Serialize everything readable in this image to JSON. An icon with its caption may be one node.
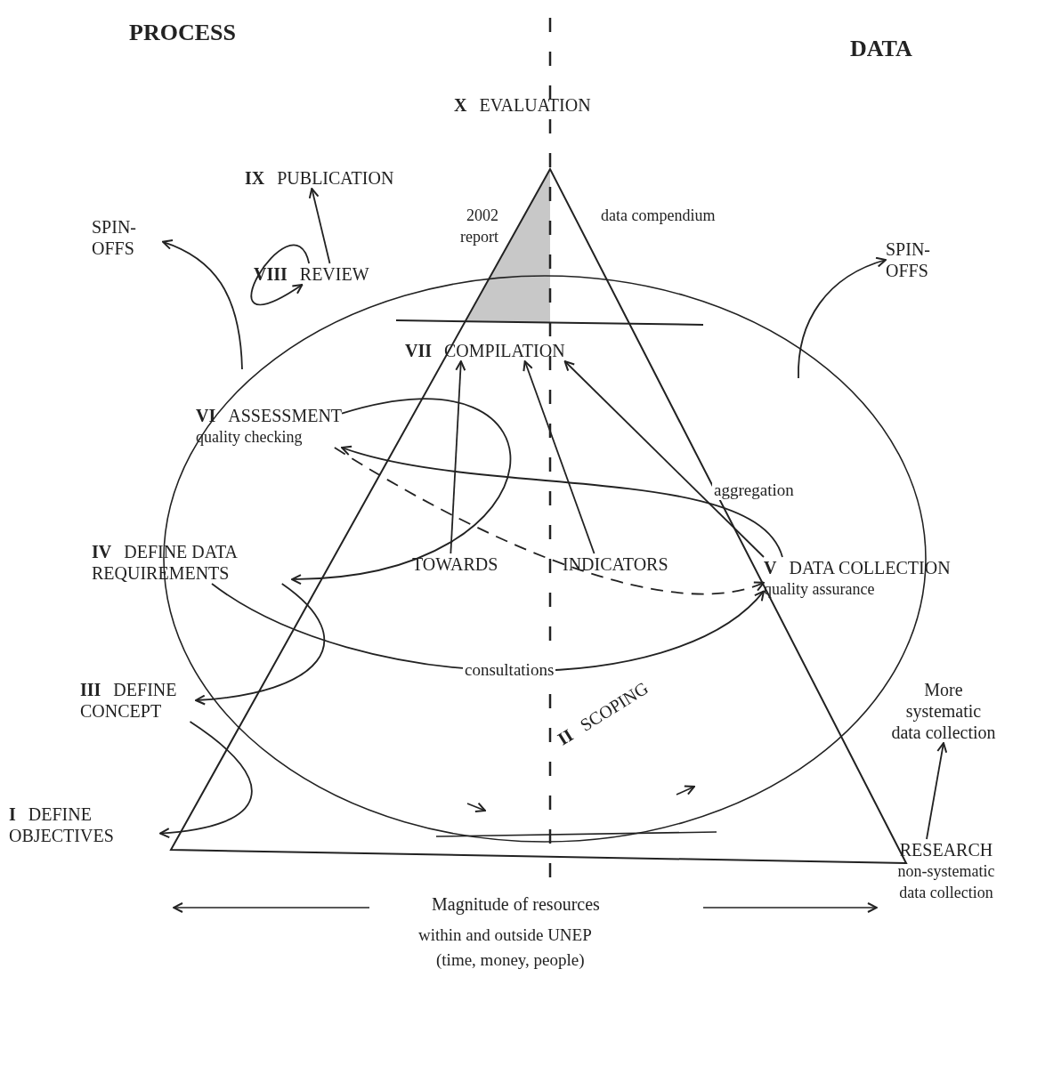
{
  "diagram": {
    "nodes": [
      {
        "text": [
          "X",
          "EVALUATION"
        ]
      },
      {
        "text": [
          "IX",
          "PUBLICATION"
        ]
      },
      {
        "text": [
          "VIII",
          "REVIEW"
        ]
      },
      {
        "text": [
          "SPIN-OFFS"
        ]
      },
      {
        "text": [
          "SPIN-OFFS"
        ]
      },
      {
        "text": [
          "VII",
          "COMPILATION"
        ]
      },
      {
        "text": [
          "VI",
          "ASSESSMENT",
          "quality checking"
        ]
      },
      {
        "text": [
          "IV",
          "DEFINE DATA REQUIREMENTS"
        ]
      },
      {
        "text": [
          "V",
          "DATA COLLECTION",
          "quality assurance"
        ]
      },
      {
        "text": [
          "III",
          "DEFINE CONCEPT"
        ]
      },
      {
        "text": [
          "I",
          "DEFINE OBJECTIVES"
        ]
      },
      {
        "text": [
          "II",
          "SCOPING"
        ]
      },
      {
        "text": [
          "TOWARDS"
        ]
      },
      {
        "text": [
          "INDICATORS"
        ]
      },
      {
        "text": [
          "More systematic data collection"
        ]
      },
      {
        "text": [
          "RESEARCH",
          "non-systematic data collection"
        ]
      },
      {
        "text": [
          "2002 report"
        ]
      },
      {
        "text": [
          "data compendium"
        ]
      }
    ],
    "edges": [
      {
        "from": 2,
        "to": 2,
        "arrow": "to"
      },
      {
        "from": 2,
        "to": 1,
        "arrow": "to"
      },
      {
        "from": null,
        "to": 3,
        "arrow": "to"
      },
      {
        "from": null,
        "to": 4,
        "arrow": "to"
      },
      {
        "from": 12,
        "to": 5,
        "arrow": "to"
      },
      {
        "from": 13,
        "to": 5,
        "arrow": "to"
      },
      {
        "from": 8,
        "to": 5,
        "arrow": "to",
        "label": "aggregation"
      },
      {
        "from": 8,
        "to": 6,
        "arrow": "to"
      },
      {
        "from": 6,
        "to": 8,
        "arrow": "to",
        "style": "dashed"
      },
      {
        "from": 6,
        "to": 7,
        "arrow": "to"
      },
      {
        "from": 7,
        "to": 8,
        "arrow": "to",
        "label": "consultations"
      },
      {
        "from": 7,
        "to": 9,
        "arrow": "to"
      },
      {
        "from": 9,
        "to": 10,
        "arrow": "to"
      },
      {
        "from": 15,
        "to": 14,
        "arrow": "to"
      }
    ],
    "labels": [
      "PROCESS",
      "DATA",
      "Magnitude of resources",
      "within and outside UNEP",
      "(time, money, people)"
    ]
  }
}
